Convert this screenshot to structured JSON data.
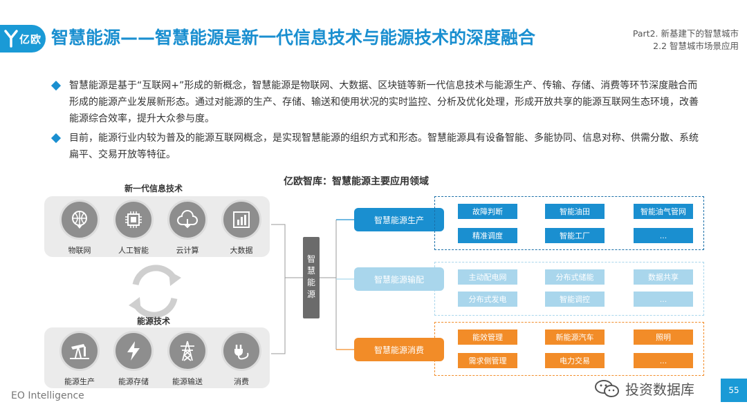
{
  "brand": {
    "logo_text": "亿欧"
  },
  "header": {
    "title": "智慧能源——智慧能源是新一代信息技术与能源技术的深度融合",
    "part": "Part2. 新基建下的智慧城市",
    "section": "2.2 智慧城市场景应用"
  },
  "bullets": [
    "智慧能源是基于“互联网+”形成的新概念，智慧能源是物联网、大数据、区块链等新一代信息技术与能源生产、传输、存储、消费等环节深度融合而形成的能源产业发展新形态。通过对能源的生产、存储、输送和使用状况的实时监控、分析及优化处理，形成开放共享的能源互联网生态环境，改善能源综合效率，提升大众参与度。",
    "目前，能源行业内较为普及的能源互联网概念，是实现智慧能源的组织方式和形态。智慧能源具有设备智能、多能协同、信息对称、供需分散、系统扁平、交易开放等特征。"
  ],
  "diagram": {
    "title": "亿欧智库：智慧能源主要应用领域",
    "it_group": {
      "label": "新一代信息技术",
      "items": [
        {
          "label": "物联网",
          "icon": "globe-pin-icon"
        },
        {
          "label": "人工智能",
          "icon": "chip-icon"
        },
        {
          "label": "云计算",
          "icon": "cloud-icon"
        },
        {
          "label": "大数据",
          "icon": "bar-chart-icon"
        }
      ]
    },
    "energy_group": {
      "label": "能源技术",
      "items": [
        {
          "label": "能源生产",
          "icon": "oil-pump-icon"
        },
        {
          "label": "能源存储",
          "icon": "lightning-icon"
        },
        {
          "label": "能源输送",
          "icon": "power-tower-icon"
        },
        {
          "label": "消费",
          "icon": "plug-icon"
        }
      ]
    },
    "center": "智慧能源",
    "categories": [
      {
        "label": "智慧能源生产",
        "color": "#1a8fd0",
        "tags": [
          "故障判断",
          "智能油田",
          "智能油气管网",
          "精准调度",
          "智能工厂",
          "..."
        ]
      },
      {
        "label": "智慧能源输配",
        "color": "#a9d6ec",
        "tags": [
          "主动配电网",
          "分布式储能",
          "数据共享",
          "分布式发电",
          "智能调控",
          "..."
        ]
      },
      {
        "label": "智慧能源消费",
        "color": "#f28c28",
        "tags": [
          "能效管理",
          "新能源汽车",
          "照明",
          "需求侧管理",
          "电力交易",
          "..."
        ]
      }
    ]
  },
  "footer": {
    "left": "EO Intelligence",
    "watermark": "投资数据库",
    "page": "55"
  }
}
